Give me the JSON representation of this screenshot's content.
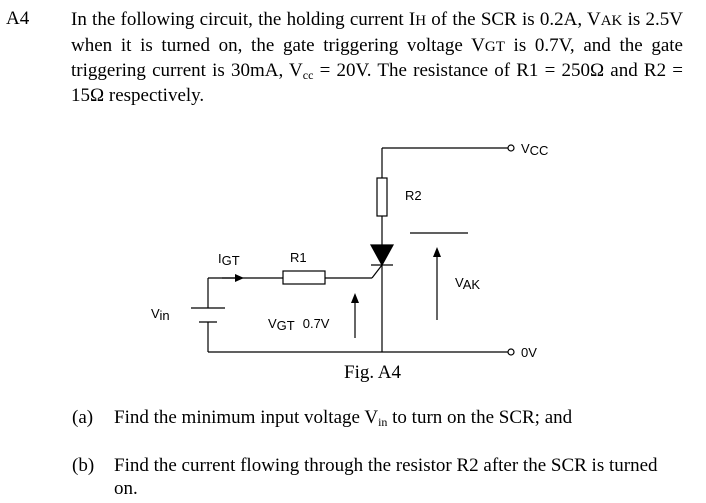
{
  "question": {
    "number": "A4",
    "intro": {
      "p1": "In the following circuit, the holding current I",
      "ih_sub": "H",
      "p2": " of the SCR is 0.2A, V",
      "vak_sub": "AK",
      "p3": " is 2.5V when it is turned on, the gate triggering voltage V",
      "vgt_sub": "GT",
      "p4": " is 0.7V, and the gate triggering current is 30mA, V",
      "vcc_sub": "cc",
      "p5": " = 20V. The resistance of R1 = 250Ω and R2 = 15Ω respectively."
    }
  },
  "figure": {
    "caption": "Fig. A4",
    "labels": {
      "vcc_main": "V",
      "vcc_sub": "CC",
      "zero_v": "0V",
      "r2": "R2",
      "r1": "R1",
      "igt_main": "I",
      "igt_sub": "GT",
      "vak_main": "V",
      "vak_sub": "AK",
      "vin_main": "V",
      "vin_sub": "in",
      "vgt_main": "V",
      "vgt_sub": "GT",
      "vgt_value": "0.7V"
    }
  },
  "parts": [
    {
      "mark": "(a)",
      "t1": "Find  the minimum input voltage V",
      "sub": "in",
      "t2": " to turn on the SCR; and"
    },
    {
      "mark": "(b)",
      "text": "Find  the current flowing through the resistor R2 after the SCR is turned on."
    }
  ]
}
